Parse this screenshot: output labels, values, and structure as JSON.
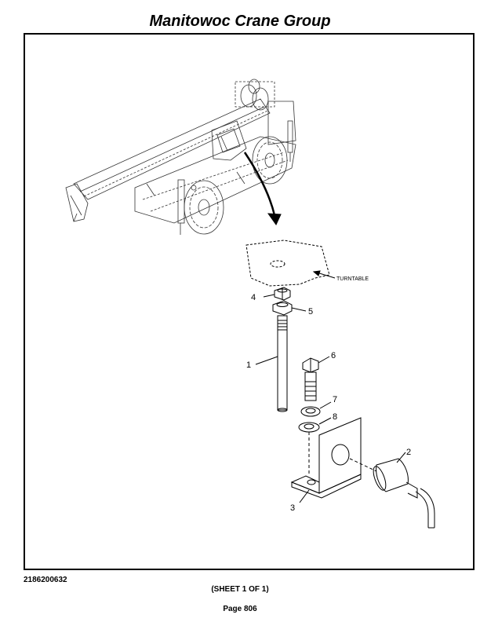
{
  "header": {
    "title": "Manitowoc Crane Group"
  },
  "diagram": {
    "turntable_label": "TURNTABLE",
    "callouts": [
      "1",
      "2",
      "3",
      "4",
      "5",
      "6",
      "7",
      "8"
    ]
  },
  "footer": {
    "doc_number": "2186200632",
    "sheet": "(SHEET 1 OF 1)",
    "page": "Page 806"
  }
}
